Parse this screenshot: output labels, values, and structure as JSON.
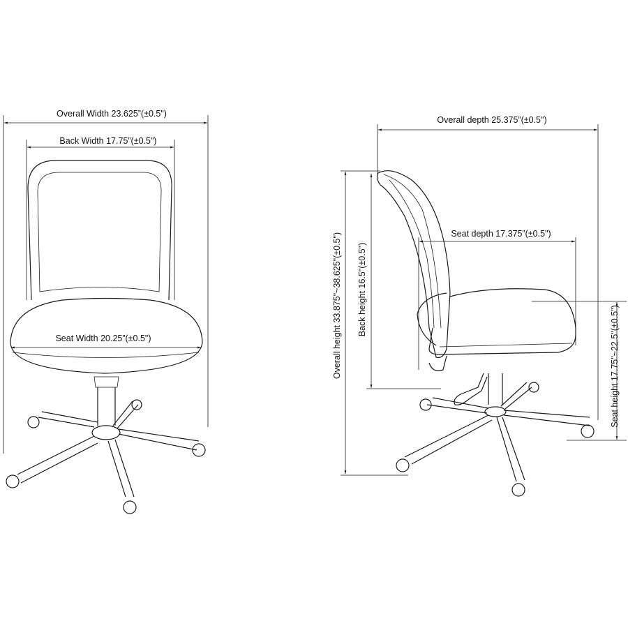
{
  "front_view": {
    "overall_width": "Overall Width 23.625”(±0.5\")",
    "back_width": "Back Width 17.75”(±0.5\")",
    "seat_width": "Seat Width 20.25”(±0.5\")"
  },
  "side_view": {
    "overall_depth": "Overall depth 25.375”(±0.5\")",
    "seat_depth": "Seat depth 17.375”(±0.5\")",
    "overall_height": "Overall height 33.875\"~38.625\"(±0.5\")",
    "back_height": "Back height 16.5\"(±0.5\")",
    "seat_height": "Seat height 17.75\"~22.5\"(±0.5\")"
  }
}
